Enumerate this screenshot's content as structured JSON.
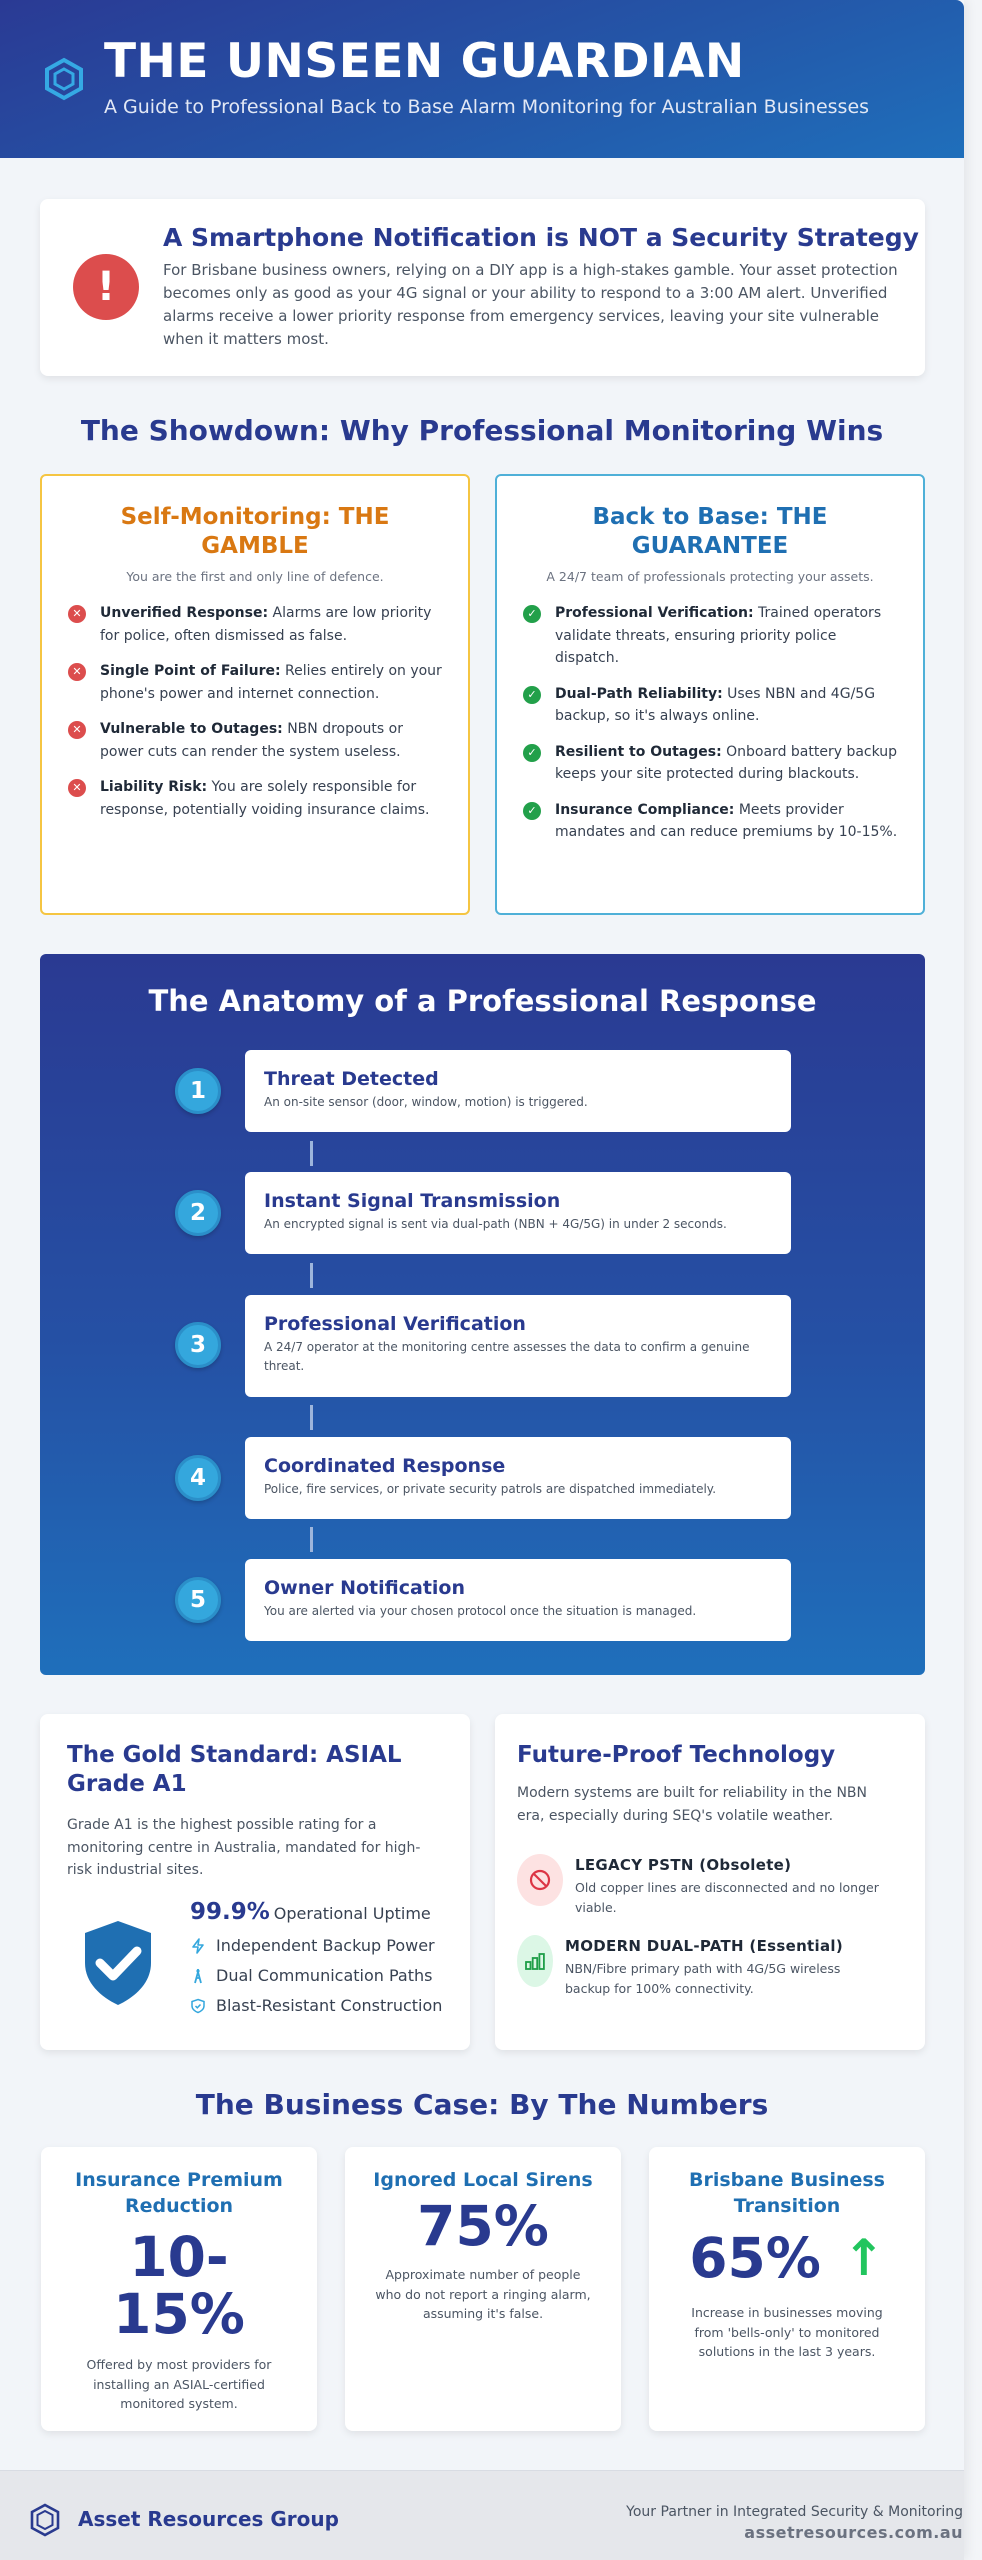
{
  "header": {
    "title": "THE UNSEEN GUARDIAN",
    "subtitle": "A Guide to Professional Back to Base Alarm Monitoring for Australian Businesses",
    "logo_icon": "hexagon-icon"
  },
  "alert": {
    "icon": "exclamation-icon",
    "icon_glyph": "!",
    "title": "A Smartphone Notification is NOT a Security Strategy",
    "body": "For Brisbane business owners, relying on a DIY app is a high-stakes gamble. Your asset protection becomes only as good as your 4G signal or your ability to respond to a 3:00 AM alert. Unverified alarms receive a lower priority response from emergency services, leaving your site vulnerable when it matters most."
  },
  "showdown": {
    "title": "The Showdown: Why Professional Monitoring Wins",
    "gamble": {
      "title": "Self-Monitoring: THE GAMBLE",
      "subtitle": "You are the first and only line of defence.",
      "items": [
        {
          "bold": "Unverified Response:",
          "text": " Alarms are low priority for police, often dismissed as false."
        },
        {
          "bold": "Single Point of Failure:",
          "text": " Relies entirely on your phone's power and internet connection."
        },
        {
          "bold": "Vulnerable to Outages:",
          "text": " NBN dropouts or power cuts can render the system useless."
        },
        {
          "bold": "Liability Risk:",
          "text": " You are solely responsible for response, potentially voiding insurance claims."
        }
      ]
    },
    "guarantee": {
      "title": "Back to Base: THE GUARANTEE",
      "subtitle": "A 24/7 team of professionals protecting your assets.",
      "items": [
        {
          "bold": "Professional Verification:",
          "text": " Trained operators validate threats, ensuring priority police dispatch."
        },
        {
          "bold": "Dual-Path Reliability:",
          "text": " Uses NBN and 4G/5G backup, so it's always online."
        },
        {
          "bold": "Resilient to Outages:",
          "text": " Onboard battery backup keeps your site protected during blackouts."
        },
        {
          "bold": "Insurance Compliance:",
          "text": " Meets provider mandates and can reduce premiums by 10-15%."
        }
      ]
    }
  },
  "anatomy": {
    "title": "The Anatomy of a Professional Response",
    "steps": [
      {
        "num": "1",
        "title": "Threat Detected",
        "text": "An on-site sensor (door, window, motion) is triggered."
      },
      {
        "num": "2",
        "title": "Instant Signal Transmission",
        "text": "An encrypted signal is sent via dual-path (NBN + 4G/5G) in under 2 seconds."
      },
      {
        "num": "3",
        "title": "Professional Verification",
        "text": "A 24/7 operator at the monitoring centre assesses the data to confirm a genuine threat."
      },
      {
        "num": "4",
        "title": "Coordinated Response",
        "text": "Police, fire services, or private security patrols are dispatched immediately."
      },
      {
        "num": "5",
        "title": "Owner Notification",
        "text": "You are alerted via your chosen protocol once the situation is managed."
      }
    ]
  },
  "gold": {
    "title": "The Gold Standard: ASIAL Grade A1",
    "description": "Grade A1 is the highest possible rating for a monitoring centre in Australia, mandated for high-risk industrial sites.",
    "uptime_value": "99.9%",
    "uptime_label": "Operational Uptime",
    "features": [
      {
        "icon": "lightning-icon",
        "label": "Independent Backup Power"
      },
      {
        "icon": "tower-icon",
        "label": "Dual Communication Paths"
      },
      {
        "icon": "shield-check-icon",
        "label": "Blast-Resistant Construction"
      }
    ]
  },
  "tech": {
    "title": "Future-Proof Technology",
    "description": "Modern systems are built for reliability in the NBN era, especially during SEQ's volatile weather.",
    "legacy": {
      "icon": "ban-icon",
      "title": "LEGACY PSTN (Obsolete)",
      "text": "Old copper lines are disconnected and no longer viable."
    },
    "modern": {
      "icon": "signal-bars-icon",
      "title": "MODERN DUAL-PATH (Essential)",
      "text": "NBN/Fibre primary path with 4G/5G wireless backup for 100% connectivity."
    }
  },
  "numbers": {
    "title": "The Business Case: By The Numbers",
    "cards": [
      {
        "title": "Insurance Premium Reduction",
        "value": "10-15%",
        "text": "Offered by most providers for installing an ASIAL-certified monitored system."
      },
      {
        "title": "Ignored Local Sirens",
        "value": "75%",
        "text": "Approximate number of people who do not report a ringing alarm, assuming it's false."
      },
      {
        "title": "Brisbane Business Transition",
        "value": "65%",
        "trend": "↑",
        "text": "Increase in businesses moving from 'bells-only' to monitored solutions in the last 3 years."
      }
    ]
  },
  "footer": {
    "brand": "Asset Resources Group",
    "tagline": "Your Partner in Integrated Security & Monitoring",
    "url": "assetresources.com.au"
  },
  "colors": {
    "navy": "#293a8f",
    "blue": "#1f6fb2",
    "orange": "#d97812",
    "red": "#dc4d4d",
    "green": "#22a04a",
    "cyan": "#34a7dd"
  }
}
